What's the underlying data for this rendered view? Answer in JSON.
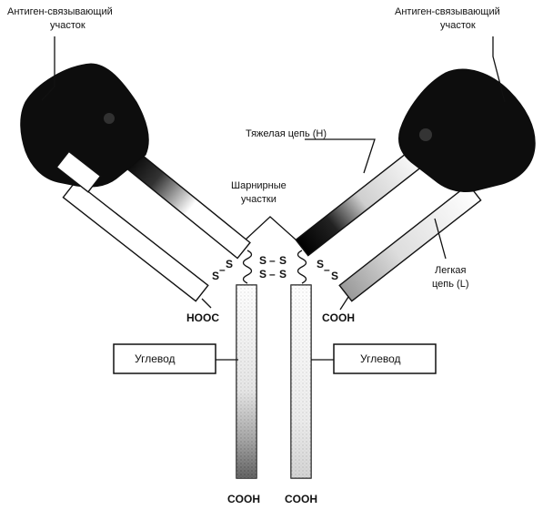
{
  "labels": {
    "antigen_site_left_line1": "Антиген-связывающий",
    "antigen_site_left_line2": "участок",
    "antigen_site_right_line1": "Антиген-связывающий",
    "antigen_site_right_line2": "участок",
    "heavy_chain": "Тяжелая цепь  (H)",
    "hinge_line1": "Шарнирные",
    "hinge_line2": "участки",
    "light_chain_line1": "Легкая",
    "light_chain_line2": "цепь  (L)",
    "hooc_left": "HOOC",
    "cooh_right": "COOH",
    "cooh_bottom_left": "COOH",
    "cooh_bottom_right": "COOH",
    "carbohydrate_left": "Углевод",
    "carbohydrate_right": "Углевод",
    "ss": "S",
    "dash": "–"
  },
  "colors": {
    "ink": "#111111",
    "dark_domain": "#0d0d0d",
    "light_fill": "#ffffff",
    "speckle": "#b9b9b9"
  }
}
